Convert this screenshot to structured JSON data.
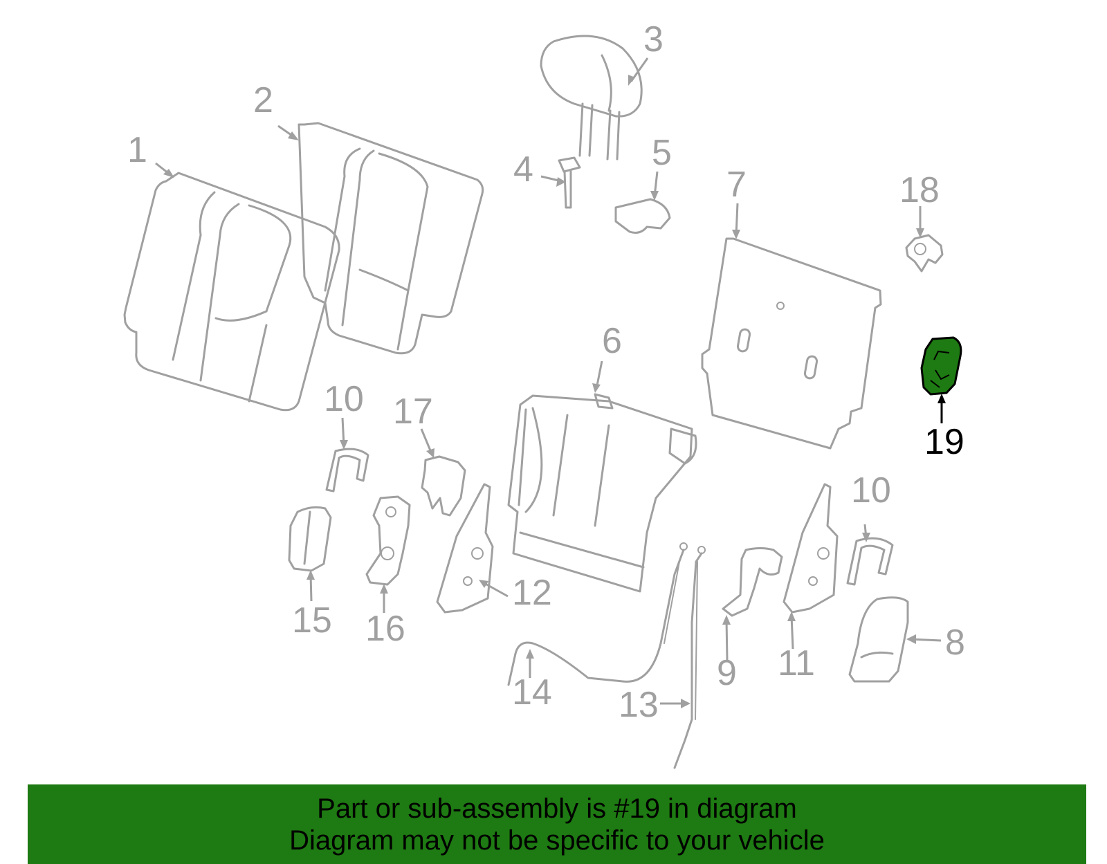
{
  "colors": {
    "part_stroke": "#a0a0a0",
    "highlight_fill": "#1e7a12",
    "highlight_stroke": "#000000",
    "banner_background": "#1e7a12",
    "banner_text": "#000000"
  },
  "highlighted_part": "19",
  "callouts": {
    "c1": "1",
    "c2": "2",
    "c3": "3",
    "c4": "4",
    "c5": "5",
    "c6": "6",
    "c7": "7",
    "c8": "8",
    "c9": "9",
    "c10a": "10",
    "c10b": "10",
    "c11": "11",
    "c12": "12",
    "c13": "13",
    "c14": "14",
    "c15": "15",
    "c16": "16",
    "c17": "17",
    "c18": "18",
    "c19": "19"
  },
  "banner": {
    "line1": "Part or sub-assembly is #19 in diagram",
    "line2": "Diagram may not be specific to your vehicle"
  }
}
